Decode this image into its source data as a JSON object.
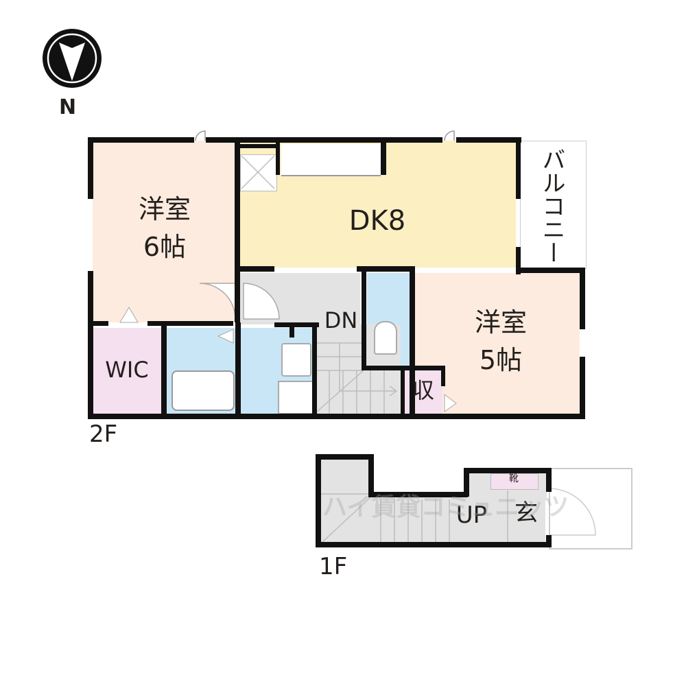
{
  "compass": {
    "label": "N",
    "icon": "north-arrow-icon"
  },
  "floors": [
    {
      "id": "2F",
      "label": "2F"
    },
    {
      "id": "1F",
      "label": "1F"
    }
  ],
  "rooms": {
    "western_6": {
      "name": "洋室",
      "size": "6帖",
      "color": "#fdebdf"
    },
    "dk": {
      "name": "DK8",
      "color": "#fcefc2"
    },
    "balcony": {
      "name": "バルコニー"
    },
    "western_5": {
      "name": "洋室",
      "size": "5帖",
      "color": "#fdebdf"
    },
    "wic": {
      "name": "WIC",
      "color": "#f5e0ef"
    },
    "storage": {
      "name": "収",
      "color": "#f5e0ef"
    },
    "stairs_2f": {
      "name": "DN",
      "color": "#e3e3e3"
    },
    "bath": {
      "color": "#c9e6f6"
    },
    "stairs_1f": {
      "name": "UP",
      "color": "#e3e3e3"
    },
    "entrance": {
      "name": "玄",
      "color": "#e3e3e3"
    },
    "shoe_box": {
      "name": "靴",
      "color": "#f5e0ef"
    }
  },
  "watermark": "ハイ賃貸コミュニッツ"
}
